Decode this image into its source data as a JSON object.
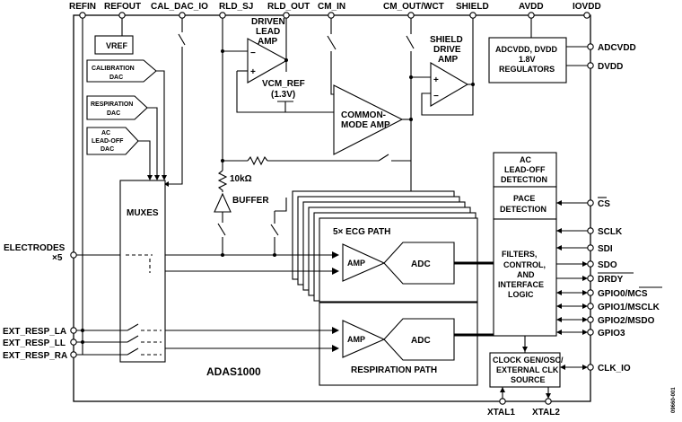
{
  "chip_name": "ADAS1000",
  "figure_id": "09660-001",
  "top_pins": [
    "REFIN",
    "REFOUT",
    "CAL_DAC_IO",
    "RLD_SJ",
    "RLD_OUT",
    "CM_IN",
    "CM_OUT/WCT",
    "SHIELD",
    "AVDD",
    "IOVDD"
  ],
  "left_pins": {
    "electrodes": [
      "ELECTRODES",
      "×5"
    ],
    "resp": [
      "EXT_RESP_LA",
      "EXT_RESP_LL",
      "EXT_RESP_RA"
    ]
  },
  "right_pins": [
    "ADCVDD",
    "DVDD",
    "CS",
    "SCLK",
    "SDI",
    "SDO",
    "DRDY",
    "GPIO0/MCS",
    "GPIO1/MSCLK",
    "GPIO2/MSDO",
    "GPIO3",
    "CLK_IO"
  ],
  "bottom_pins": [
    "XTAL1",
    "XTAL2"
  ],
  "blocks": {
    "vref": "VREF",
    "cal_dac": [
      "CALIBRATION",
      "DAC"
    ],
    "resp_dac": [
      "RESPIRATION",
      "DAC"
    ],
    "ac_leadoff_dac": [
      "AC",
      "LEAD-OFF",
      "DAC"
    ],
    "muxes": "MUXES",
    "driven_lead_amp": [
      "DRIVEN",
      "LEAD",
      "AMP"
    ],
    "vcm_ref": [
      "VCM_REF",
      "(1.3V)"
    ],
    "common_mode_amp": [
      "COMMON-",
      "MODE AMP"
    ],
    "shield_drive_amp": [
      "SHIELD",
      "DRIVE",
      "AMP"
    ],
    "regulators": [
      "ADCVDD, DVDD",
      "1.8V",
      "REGULATORS"
    ],
    "resistor": "10kΩ",
    "buffer": "BUFFER",
    "ecg_path": "5× ECG PATH",
    "amp": "AMP",
    "adc": "ADC",
    "resp_path": "RESPIRATION PATH",
    "ac_leadoff_detection": [
      "AC",
      "LEAD-OFF",
      "DETECTION"
    ],
    "pace_detection": [
      "PACE",
      "DETECTION"
    ],
    "filters": [
      "FILTERS,",
      "CONTROL,",
      "AND",
      "INTERFACE",
      "LOGIC"
    ],
    "clock": [
      "CLOCK GEN/OSC/",
      "EXTERNAL CLK",
      "SOURCE"
    ]
  }
}
